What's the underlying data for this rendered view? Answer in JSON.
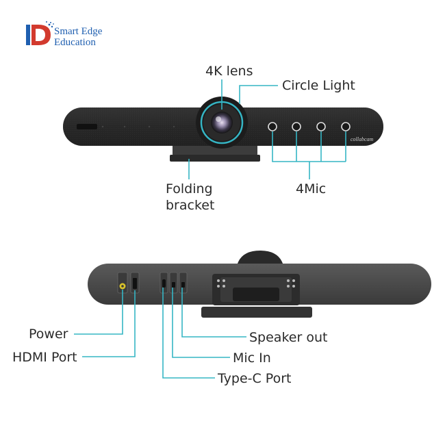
{
  "logo": {
    "line1": "Smart Edge",
    "line2": "Education"
  },
  "device_brand": "collabcam",
  "front_view": {
    "labels": {
      "lens": "4K lens",
      "circle_light": "Circle Light",
      "bracket_line1": "Folding",
      "bracket_line2": "bracket",
      "mic": "4Mic"
    }
  },
  "rear_view": {
    "labels": {
      "power": "Power",
      "hdmi": "HDMI Port",
      "speaker_out": "Speaker out",
      "mic_in": "Mic In",
      "type_c": "Type-C Port"
    }
  },
  "colors": {
    "leader": "#35b5c4",
    "body": "#2b2b2b",
    "power_jack": "#d9c32a",
    "logo_blue": "#1f5fb0",
    "logo_red": "#d23a2e"
  }
}
